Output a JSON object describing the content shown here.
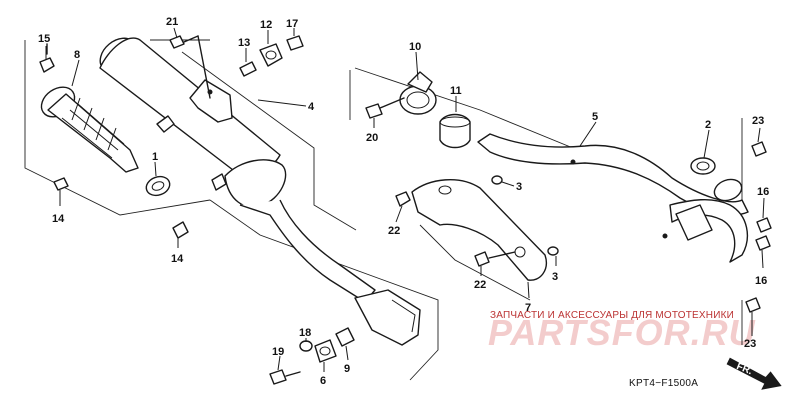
{
  "diagram": {
    "callouts": [
      {
        "id": "c21",
        "text": "21"
      },
      {
        "id": "c12",
        "text": "12"
      },
      {
        "id": "c17",
        "text": "17"
      },
      {
        "id": "c13",
        "text": "13"
      },
      {
        "id": "c15",
        "text": "15"
      },
      {
        "id": "c8",
        "text": "8"
      },
      {
        "id": "c4",
        "text": "4"
      },
      {
        "id": "c1",
        "text": "1"
      },
      {
        "id": "c14a",
        "text": "14"
      },
      {
        "id": "c14b",
        "text": "14"
      },
      {
        "id": "c10",
        "text": "10"
      },
      {
        "id": "c11",
        "text": "11"
      },
      {
        "id": "c20",
        "text": "20"
      },
      {
        "id": "c5",
        "text": "5"
      },
      {
        "id": "c2",
        "text": "2"
      },
      {
        "id": "c23a",
        "text": "23"
      },
      {
        "id": "c3a",
        "text": "3"
      },
      {
        "id": "c3b",
        "text": "3"
      },
      {
        "id": "c22a",
        "text": "22"
      },
      {
        "id": "c22b",
        "text": "22"
      },
      {
        "id": "c7",
        "text": "7"
      },
      {
        "id": "c16a",
        "text": "16"
      },
      {
        "id": "c16b",
        "text": "16"
      },
      {
        "id": "c23b",
        "text": "23"
      },
      {
        "id": "c18",
        "text": "18"
      },
      {
        "id": "c19",
        "text": "19"
      },
      {
        "id": "c6",
        "text": "6"
      },
      {
        "id": "c9",
        "text": "9"
      }
    ],
    "diagram_code": "KPT4−F1500A",
    "direction_label": "FR."
  },
  "watermark": {
    "caption": "ЗАПЧАСТИ И АКСЕССУАРЫ ДЛЯ МОТОТЕХНИКИ",
    "logo": "PARTSFOR.RU"
  }
}
